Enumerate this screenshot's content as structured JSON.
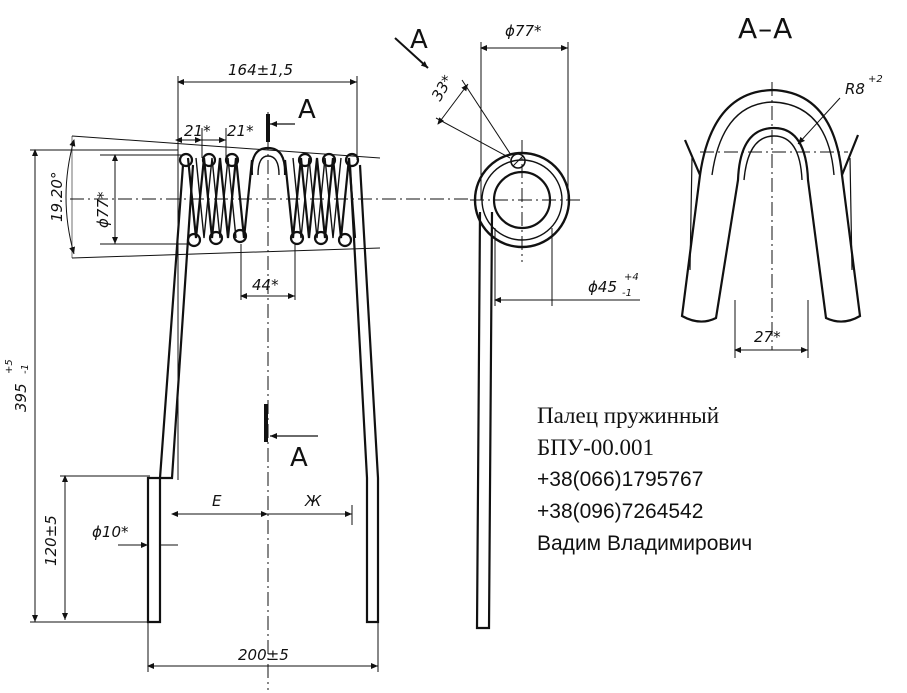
{
  "drawing": {
    "front_view": {
      "dim_overall_width": "164±1,5",
      "dim_pitch_left": "21*",
      "dim_pitch_right": "21*",
      "dim_coil_outer": "ϕ77*",
      "dim_angle": "19.20°",
      "dim_loop_width": "44*",
      "dim_height": "395",
      "dim_height_tol_upper": "+5",
      "dim_height_tol_lower": "-1",
      "dim_lower_height": "120±5",
      "dim_wire": "ϕ10*",
      "dim_E": "E",
      "dim_Zh": "Ж",
      "dim_base_width": "200±5",
      "section_mark_top": "A",
      "section_mark_bottom": "A"
    },
    "side_view": {
      "section_mark": "A",
      "dim_outer": "ϕ77*",
      "dim_angle_offset": "33*",
      "dim_inner": "ϕ45",
      "dim_inner_tol_upper": "+4",
      "dim_inner_tol_lower": "-1"
    },
    "section_view": {
      "title": "A–A",
      "dim_radius": "R8",
      "dim_radius_tol": "+2",
      "dim_width": "27*"
    }
  },
  "caption": {
    "name": "Палец пружинный",
    "code": "БПУ-00.001",
    "phone_1": "+38(066)1795767",
    "phone_2": "+38(096)7264542",
    "contact": "Вадим Владимирович"
  }
}
